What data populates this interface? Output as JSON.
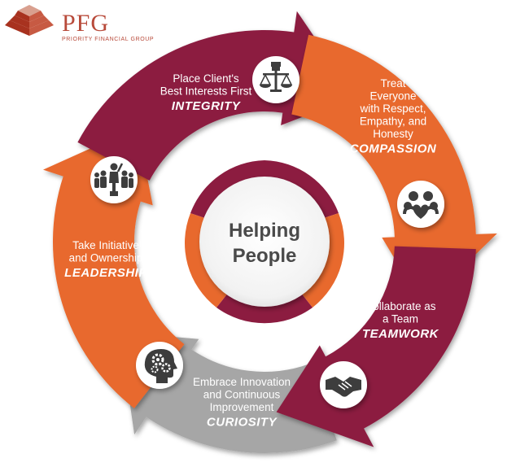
{
  "logo": {
    "wordmark": "PFG",
    "tagline": "PRIORITY FINANCIAL GROUP"
  },
  "center": {
    "line1": "Helping",
    "line2": "People"
  },
  "segments": [
    {
      "description": [
        "Place Client's",
        "Best Interests First"
      ],
      "value": "INTEGRITY",
      "icon": "justice-scales-fist-icon",
      "color": "#8c1c40"
    },
    {
      "description": [
        "Treat",
        "Everyone",
        "with Respect,",
        "Empathy, and",
        "Honesty"
      ],
      "value": "COMPASSION",
      "icon": "people-heart-icon",
      "color": "#e8692d"
    },
    {
      "description": [
        "Collaborate as",
        "a Team"
      ],
      "value": "TEAMWORK",
      "icon": "handshake-icon",
      "color": "#8c1c40"
    },
    {
      "description": [
        "Embrace Innovation",
        "and Continuous",
        "Improvement"
      ],
      "value": "CURIOSITY",
      "icon": "head-gears-icon",
      "color": "#a6a6a6"
    },
    {
      "description": [
        "Take Initiative",
        "and Ownership"
      ],
      "value": "LEADERSHIP",
      "icon": "team-leader-icon",
      "color": "#e8692d"
    }
  ],
  "colors": {
    "maroon": "#8c1c40",
    "orange": "#e8692d",
    "gray": "#a6a6a6",
    "brand": "#b84a3a"
  }
}
